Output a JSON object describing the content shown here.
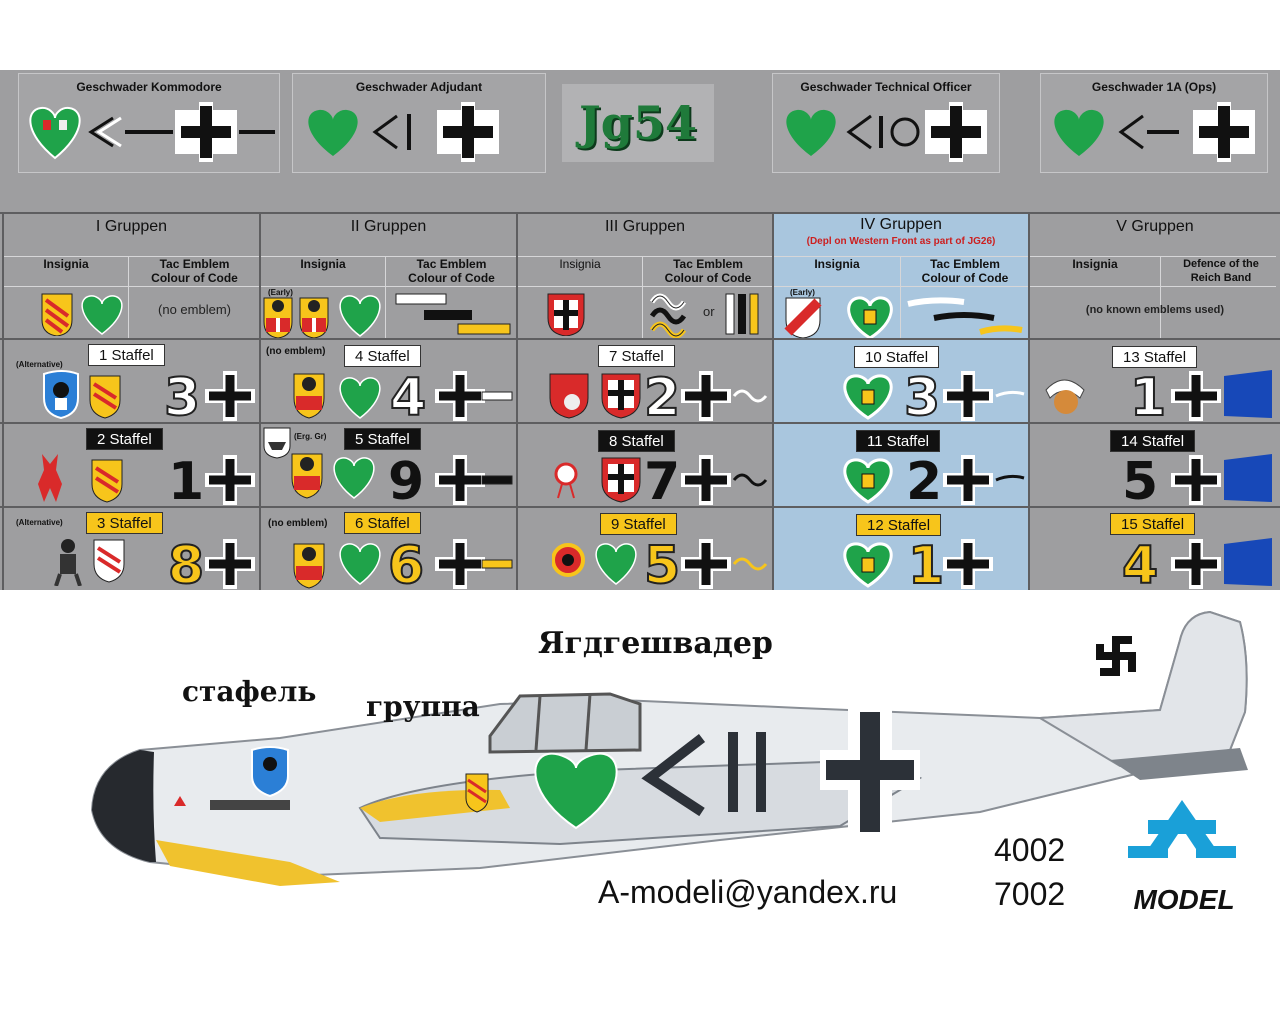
{
  "top_roles": [
    {
      "title": "Geschwader Kommodore"
    },
    {
      "title": "Geschwader Adjudant"
    },
    {
      "title": "Geschwader Technical Officer"
    },
    {
      "title": "Geschwader 1A (Ops)"
    }
  ],
  "logo_text": "Jg54",
  "groups": [
    {
      "title": "I Gruppen",
      "insignia": "Insignia",
      "tac": "Tac Emblem\nColour of Code",
      "emblem_note": "(no emblem)"
    },
    {
      "title": "II Gruppen",
      "insignia": "Insignia",
      "tac": "Tac Emblem\nColour of Code",
      "early": "(Early)"
    },
    {
      "title": "III Gruppen",
      "insignia": "Insignia",
      "tac": "Tac Emblem\nColour of Code",
      "or": "or"
    },
    {
      "title": "IV Gruppen",
      "subtitle": "(Depl on Western Front as part of JG26)",
      "insignia": "Insignia",
      "tac": "Tac Emblem\nColour of Code",
      "early": "(Early)"
    },
    {
      "title": "V Gruppen",
      "insignia": "Insignia",
      "tac": "Defence of the\nReich Band",
      "emblem_note": "(no known emblems used)"
    }
  ],
  "notes": {
    "alternative1": "(Alternative)",
    "alternative3": "(Alternative)",
    "no_emblem4": "(no emblem)",
    "no_emblem6": "(no emblem)",
    "erg": "(Erg. Gr)"
  },
  "staffeln": [
    {
      "label": "1 Staffel",
      "num": "3"
    },
    {
      "label": "2 Staffel",
      "num": "1"
    },
    {
      "label": "3 Staffel",
      "num": "8"
    },
    {
      "label": "4 Staffel",
      "num": "4"
    },
    {
      "label": "5 Staffel",
      "num": "9"
    },
    {
      "label": "6 Staffel",
      "num": "6"
    },
    {
      "label": "7 Staffel",
      "num": "2"
    },
    {
      "label": "8 Staffel",
      "num": "7"
    },
    {
      "label": "9 Staffel",
      "num": "5"
    },
    {
      "label": "10 Staffel",
      "num": "3"
    },
    {
      "label": "11 Staffel",
      "num": "2"
    },
    {
      "label": "12 Staffel",
      "num": "1"
    },
    {
      "label": "13 Staffel",
      "num": "1"
    },
    {
      "label": "14 Staffel",
      "num": "5"
    },
    {
      "label": "15 Staffel",
      "num": "4"
    }
  ],
  "aircraft_labels": {
    "staffel": "стафель",
    "gruppa": "группа",
    "geschwader": "Ягдгешвадер"
  },
  "codes": {
    "code1": "4002",
    "code2": "7002"
  },
  "contact_email": "A-modeli@yandex.ru",
  "brand": {
    "name": "MODEL"
  },
  "colors": {
    "heart_green": "#1fa34a",
    "insignia_red": "#d92a2a",
    "staffel_yellow": "#f7c51b",
    "band_blue": "#1748b8",
    "gruppe_iv_bg": "#a9c6de"
  }
}
